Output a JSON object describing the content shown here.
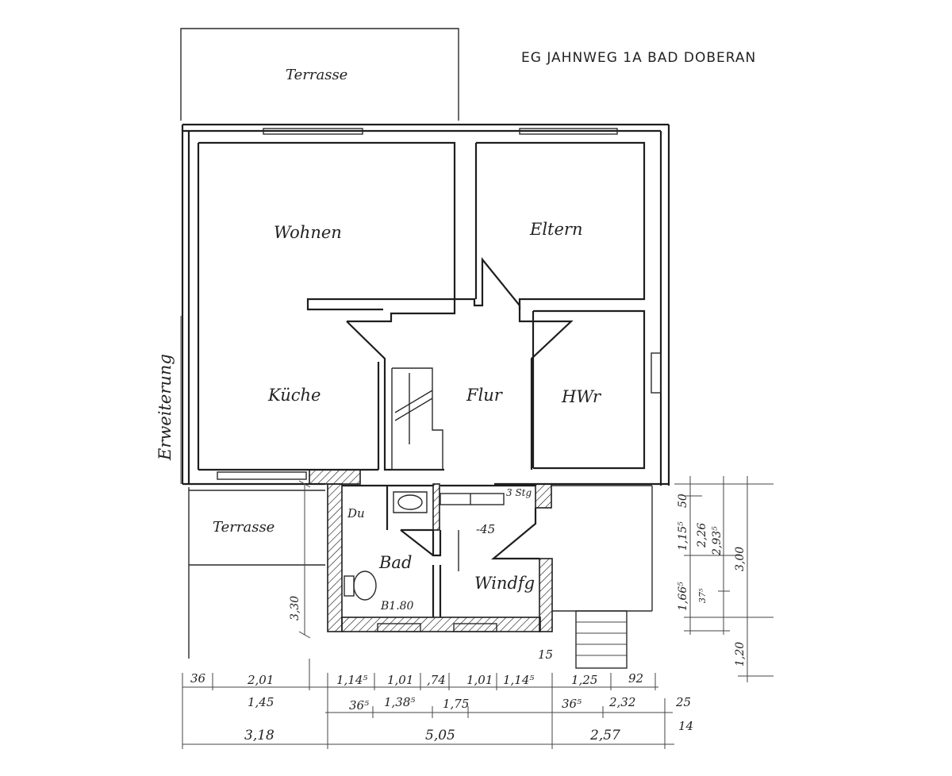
{
  "title": "EG JAHNWEG 1A BAD DOBERAN",
  "rooms": {
    "terrasse_top": "Terrasse",
    "wohnen": "Wohnen",
    "eltern": "Eltern",
    "kueche": "Küche",
    "flur": "Flur",
    "hwr": "HWr",
    "terrasse_side": "Terrasse",
    "bad": "Bad",
    "windfang": "Windfg",
    "du": "Du",
    "erweiterung": "Erweiterung"
  },
  "annotations": {
    "bad_size": "B1.80",
    "steps": "3 Stg",
    "offset": "-45",
    "fifteen": "15"
  },
  "dims_bottom": {
    "row1": [
      "36",
      "2,01",
      "1,14⁵",
      "1,01",
      ",74",
      "1,01",
      "1,14⁵",
      "1,25",
      "92"
    ],
    "row2": [
      "1,45",
      "36⁵",
      "1,38⁵",
      "1,75",
      "36⁵",
      "2,32",
      "25"
    ],
    "row3": [
      "3,18",
      "5,05",
      "2,57",
      "14"
    ]
  },
  "dims_right": {
    "a": "50",
    "b": "1,15⁵",
    "c": "2,26",
    "d": "2,93⁵",
    "e": "3,00",
    "f": "1,66⁵",
    "g": "37⁵",
    "h": "1,20"
  },
  "dims_left": {
    "a": "3,30"
  }
}
